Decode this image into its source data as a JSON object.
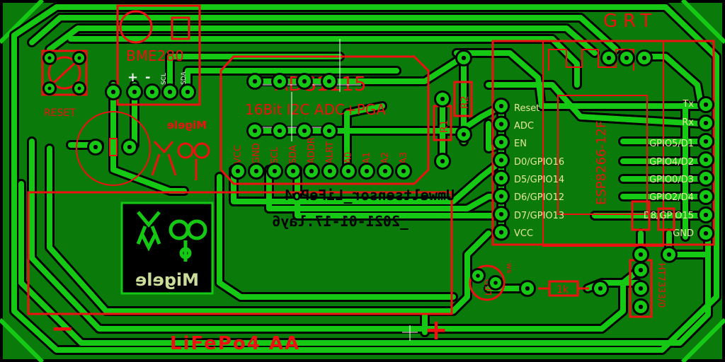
{
  "colors": {
    "background": "#000000",
    "copper": "#0a7a0a",
    "copper_trace": "#14c814",
    "silkscreen": "#ee1111",
    "pin_label": "#e6e6a0"
  },
  "labels": {
    "grt": "GRT",
    "bme280": "BME280",
    "bme_pins": [
      "+",
      "-",
      "SCL",
      "SDA"
    ],
    "reset": "RESET",
    "ads_title": "ADS1115",
    "ads_subtitle": "16Bit I2C ADC+PGA",
    "ads_pins": [
      "VCC",
      "GND",
      "SCL",
      "SDA",
      "ADDR",
      "ALRT",
      "A0",
      "A1",
      "A2",
      "A3"
    ],
    "r2": "R2",
    "r1": "R1",
    "esp_name": "ESP8266-12F",
    "esp_left_pins": [
      "Reset",
      "ADC",
      "EN",
      "D0/GPIO16",
      "D5/GPIO14",
      "D6/GPIO12",
      "D7/GPIO13",
      "VCC"
    ],
    "esp_right_pins": [
      "Tx",
      "Rx",
      "GPIO5/D1",
      "GPIO4/D2",
      "GPIO0/D3",
      "GPIO2/D4",
      "D8/GPIO15",
      "GND"
    ],
    "migele_top": "Migele",
    "migele_logo": "Migele",
    "file_line1": "Umweltsensor_LiFePo4",
    "file_line2": "_2021-01-17.lay6",
    "led": "LED",
    "led_ws": "ws",
    "resistor_1k": "1k",
    "regulator": "HT7333/0",
    "minus": "−",
    "plus": "+",
    "battery": "LiFePo4 AA"
  }
}
